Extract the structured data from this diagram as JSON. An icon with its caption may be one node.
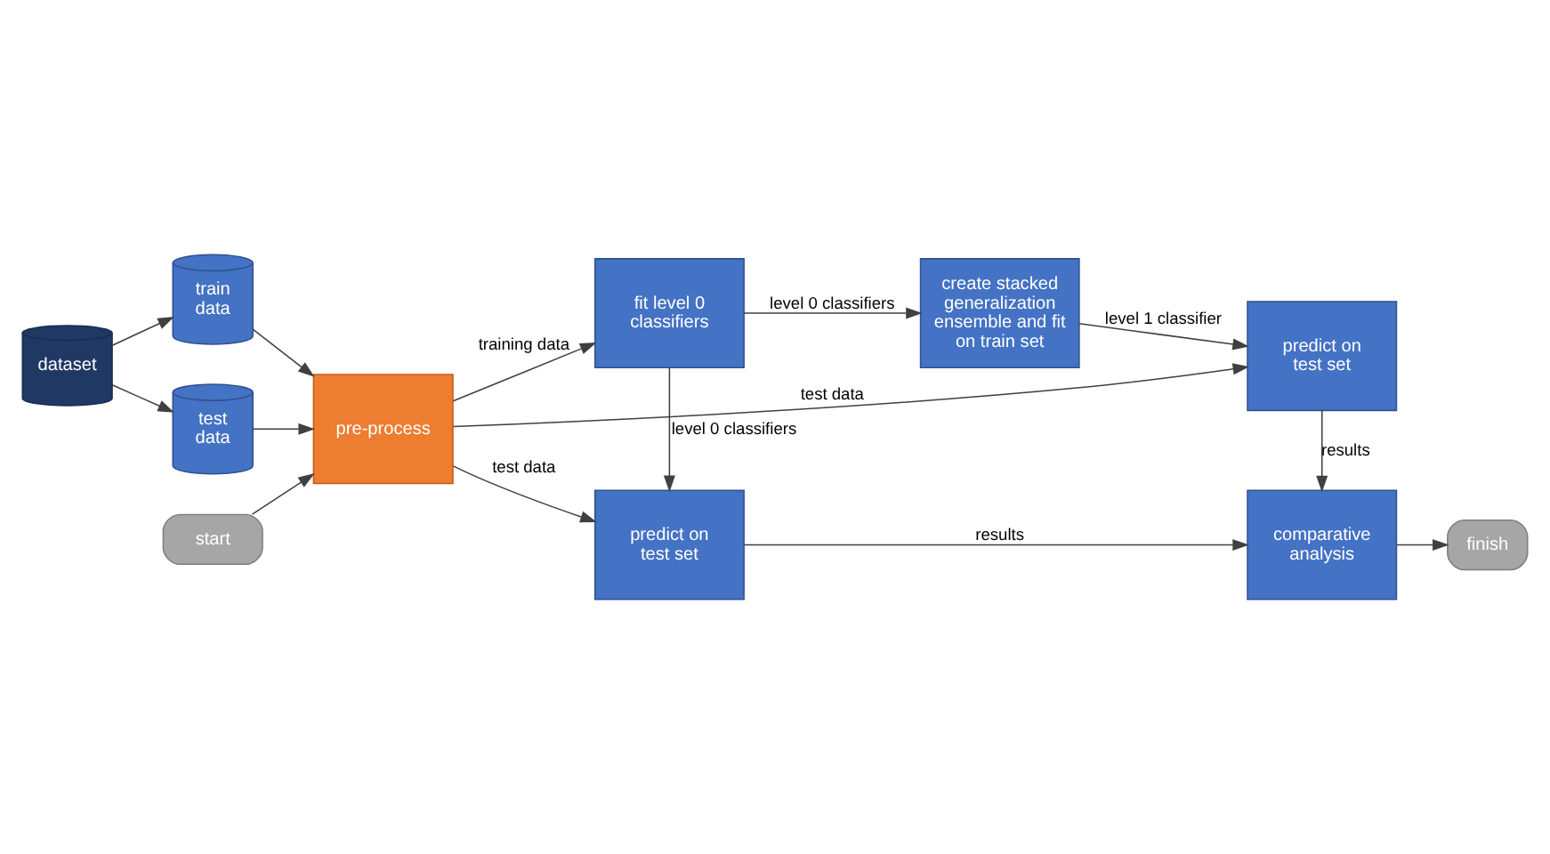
{
  "diagram": {
    "nodes": [
      {
        "text": [
          "dataset"
        ]
      },
      {
        "text": [
          "train data"
        ]
      },
      {
        "text": [
          "test data"
        ]
      },
      {
        "text": [
          "start"
        ]
      },
      {
        "text": [
          "pre-process"
        ]
      },
      {
        "text": [
          "fit level 0 classifiers"
        ]
      },
      {
        "text": [
          "create stacked generalization ensemble and fit on train set"
        ]
      },
      {
        "text": [
          "predict on test set"
        ]
      },
      {
        "text": [
          "predict on test set"
        ]
      },
      {
        "text": [
          "comparative analysis"
        ]
      },
      {
        "text": [
          "finish"
        ]
      }
    ],
    "edges": [
      {
        "from": 0,
        "to": 1,
        "arrow": "to"
      },
      {
        "from": 0,
        "to": 2,
        "arrow": "to"
      },
      {
        "from": 1,
        "to": 4,
        "arrow": "to"
      },
      {
        "from": 2,
        "to": 4,
        "arrow": "to"
      },
      {
        "from": 3,
        "to": 4,
        "arrow": "to"
      },
      {
        "from": 4,
        "to": 5,
        "arrow": "to",
        "label": "training data"
      },
      {
        "from": 5,
        "to": 6,
        "arrow": "to",
        "label": "level 0 classifiers"
      },
      {
        "from": 6,
        "to": 7,
        "arrow": "to",
        "label": "level 1 classifier"
      },
      {
        "from": 4,
        "to": 7,
        "arrow": "to",
        "label": "test data"
      },
      {
        "from": 4,
        "to": 8,
        "arrow": "to",
        "label": "test data"
      },
      {
        "from": 5,
        "to": 8,
        "arrow": "to",
        "label": "level 0 classifiers"
      },
      {
        "from": 7,
        "to": 9,
        "arrow": "to",
        "label": "results"
      },
      {
        "from": 8,
        "to": 9,
        "arrow": "to",
        "label": "results"
      },
      {
        "from": 9,
        "to": 10,
        "arrow": "to"
      }
    ]
  }
}
